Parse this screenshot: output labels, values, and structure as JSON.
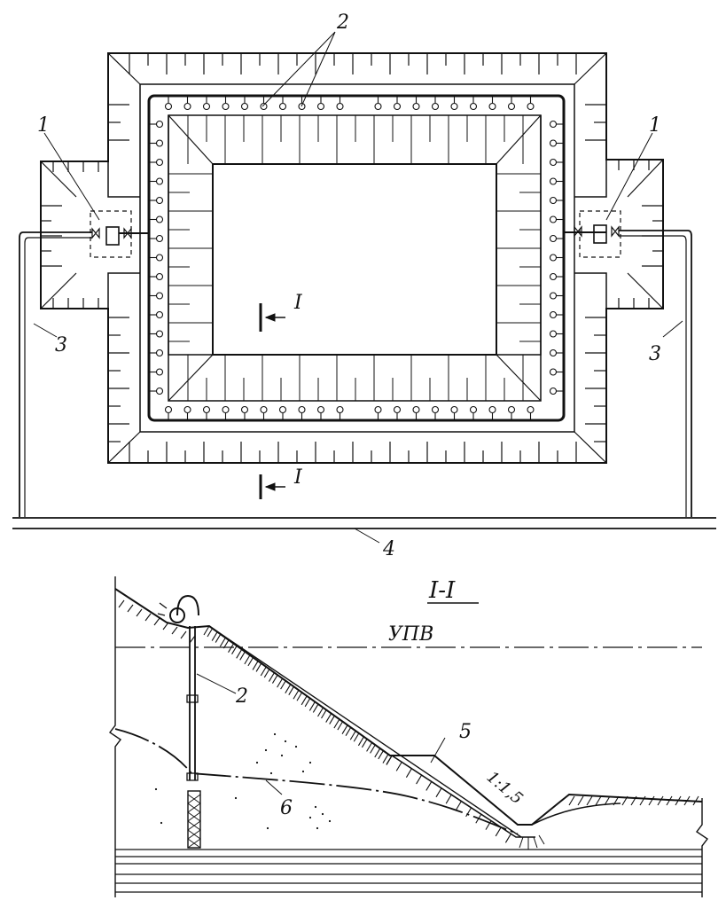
{
  "plan": {
    "callouts": {
      "wellpoint_unit_left": "1",
      "wellpoint_unit_right": "1",
      "wellpoints": "2",
      "discharge_left": "3",
      "discharge_right": "3",
      "collector": "4"
    },
    "section_marks": {
      "top": "I",
      "bottom": "I"
    }
  },
  "section": {
    "title": "I-I",
    "water_table": "УПВ",
    "callouts": {
      "wellpoint": "2",
      "berm": "5",
      "depression_curve": "6"
    },
    "slope_ratio": "1:1,5"
  }
}
